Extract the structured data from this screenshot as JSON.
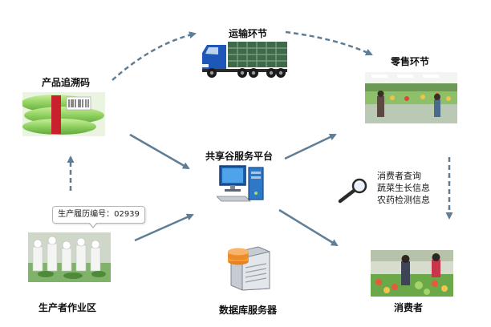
{
  "nodes": {
    "trace_code": "产品追溯码",
    "transport": "运输环节",
    "retail": "零售环节",
    "platform": "共享谷服务平台",
    "producer": "生产者作业区",
    "database": "数据库服务器",
    "consumer": "消费者"
  },
  "callout": {
    "record_number": "生产履历编号：02939"
  },
  "query": {
    "lines": [
      "消费者查询",
      "蔬菜生长信息",
      "农药检测信息"
    ]
  },
  "icons": {
    "truck": "truck-icon",
    "computer": "computer-icon",
    "server": "database-server-icon",
    "magnifier": "magnifying-glass-icon"
  },
  "colors": {
    "arrow": "#5f7d95",
    "truck_cab": "#1f57b8",
    "truck_cargo": "#3f6a4a",
    "produce_green": "#7fc45a"
  }
}
